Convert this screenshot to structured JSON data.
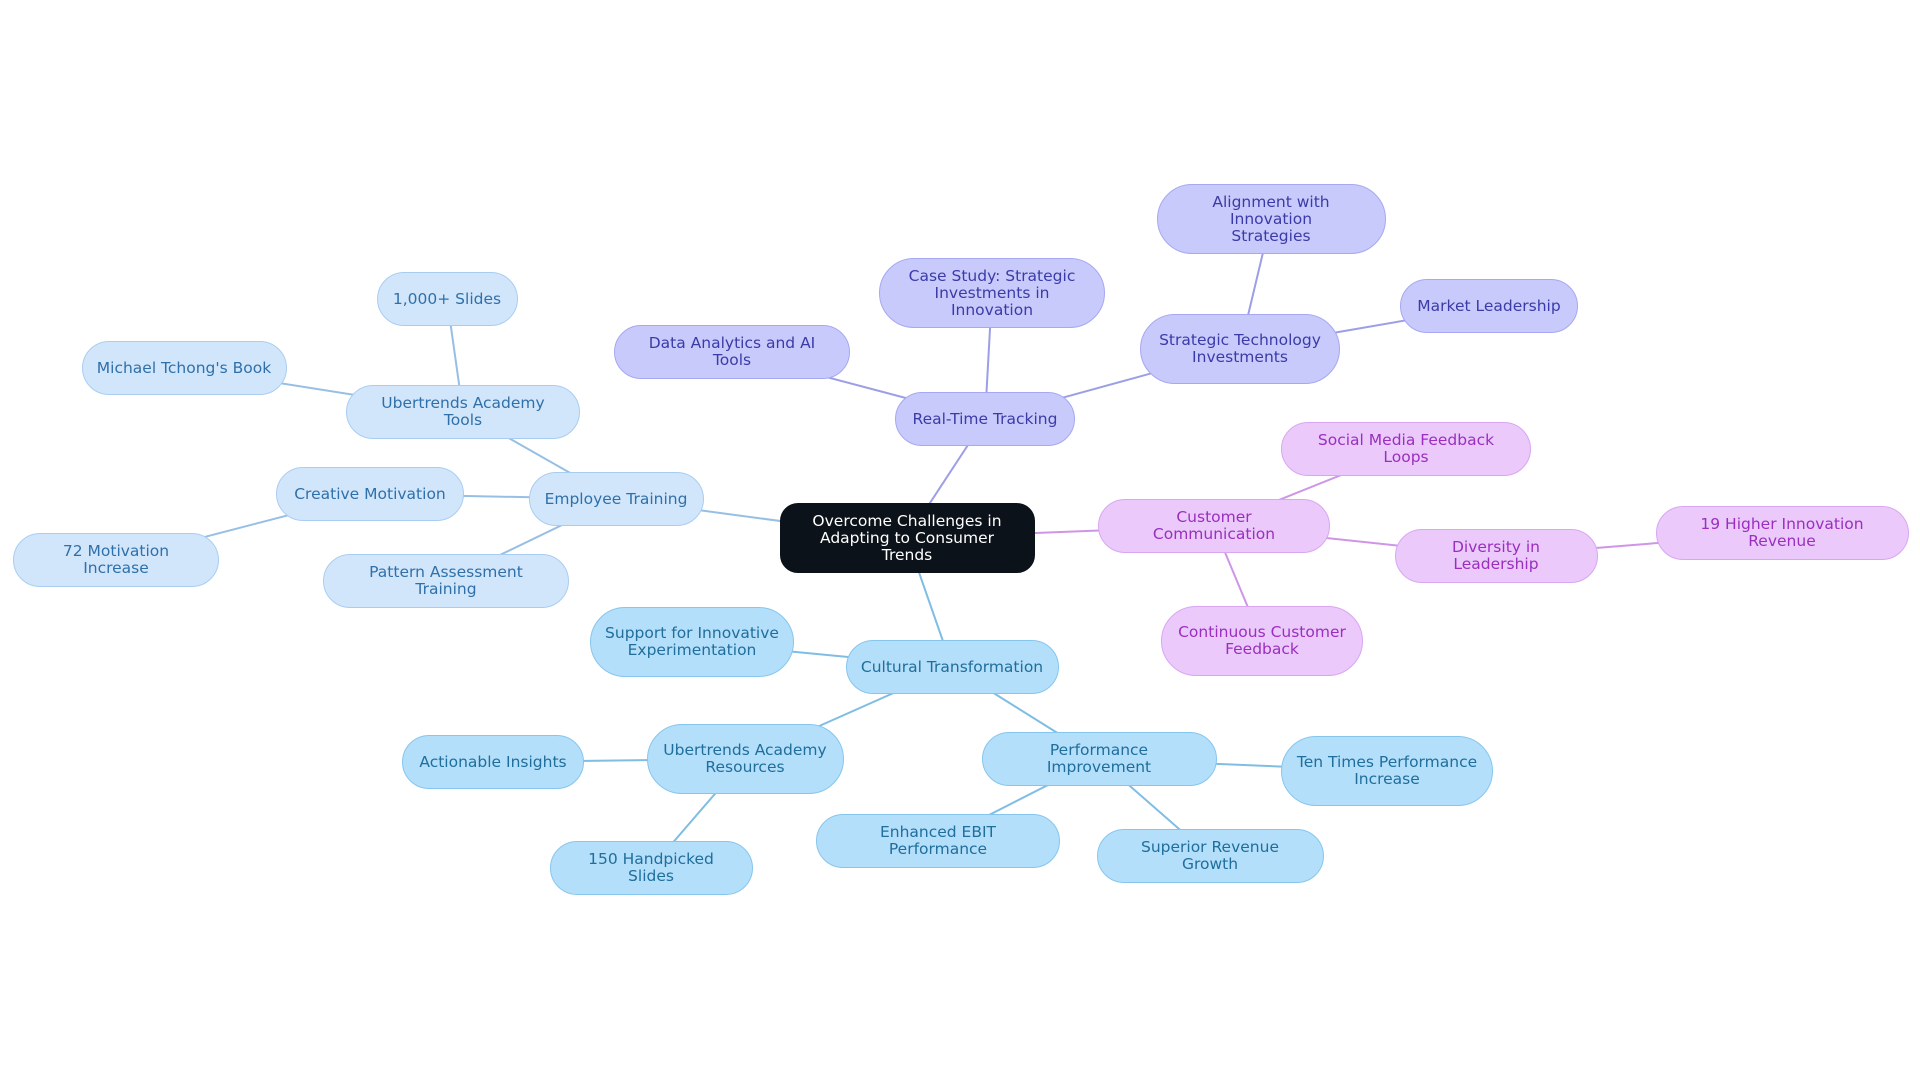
{
  "colors": {
    "root_fill": "#0b1219",
    "root_text": "#ffffff",
    "indigo_fill": "#c8cafb",
    "indigo_border": "#a6a8f2",
    "indigo_text": "#3b3ba8",
    "indigo_edge": "#9c9ee6",
    "purple_fill": "#ebc9fb",
    "purple_border": "#d9a6f1",
    "purple_text": "#9a2fbf",
    "purple_edge": "#cf95e6",
    "light_fill": "#d2e6fb",
    "light_border": "#a9cdf1",
    "light_text": "#2f70aa",
    "light_edge": "#97bfe4",
    "sky_fill": "#b4dffa",
    "sky_border": "#86c6ee",
    "sky_text": "#1f6e9c",
    "sky_edge": "#7fbde3"
  },
  "nodes": [
    {
      "id": "root",
      "label": "Overcome Challenges in\nAdapting to Consumer Trends",
      "theme": "root"
    },
    {
      "id": "real_time_tracking",
      "label": "Real-Time Tracking",
      "theme": "indigo"
    },
    {
      "id": "data_analytics",
      "label": "Data Analytics and AI Tools",
      "theme": "indigo"
    },
    {
      "id": "case_study",
      "label": "Case Study: Strategic\nInvestments in Innovation",
      "theme": "indigo"
    },
    {
      "id": "strategic_tech",
      "label": "Strategic Technology\nInvestments",
      "theme": "indigo"
    },
    {
      "id": "alignment",
      "label": "Alignment with Innovation\nStrategies",
      "theme": "indigo"
    },
    {
      "id": "market_leadership",
      "label": "Market Leadership",
      "theme": "indigo"
    },
    {
      "id": "customer_comm",
      "label": "Customer Communication",
      "theme": "purple"
    },
    {
      "id": "social_media",
      "label": "Social Media Feedback Loops",
      "theme": "purple"
    },
    {
      "id": "diversity",
      "label": "Diversity in Leadership",
      "theme": "purple"
    },
    {
      "id": "higher_revenue",
      "label": "19 Higher Innovation Revenue",
      "theme": "purple"
    },
    {
      "id": "continuous_feedback",
      "label": "Continuous Customer\nFeedback",
      "theme": "purple"
    },
    {
      "id": "employee_training",
      "label": "Employee Training",
      "theme": "light"
    },
    {
      "id": "ubertrends_tools",
      "label": "Ubertrends Academy Tools",
      "theme": "light"
    },
    {
      "id": "slides_1000",
      "label": "1,000+ Slides",
      "theme": "light"
    },
    {
      "id": "tchong_book",
      "label": "Michael Tchong's Book",
      "theme": "light"
    },
    {
      "id": "creative_motivation",
      "label": "Creative Motivation",
      "theme": "light"
    },
    {
      "id": "motivation_increase",
      "label": "72 Motivation Increase",
      "theme": "light"
    },
    {
      "id": "pattern_training",
      "label": "Pattern Assessment Training",
      "theme": "light"
    },
    {
      "id": "cultural_transformation",
      "label": "Cultural Transformation",
      "theme": "sky"
    },
    {
      "id": "support_experimentation",
      "label": "Support for Innovative\nExperimentation",
      "theme": "sky"
    },
    {
      "id": "ubertrends_resources",
      "label": "Ubertrends Academy\nResources",
      "theme": "sky"
    },
    {
      "id": "actionable_insights",
      "label": "Actionable Insights",
      "theme": "sky"
    },
    {
      "id": "handpicked_slides",
      "label": "150 Handpicked Slides",
      "theme": "sky"
    },
    {
      "id": "performance_improvement",
      "label": "Performance Improvement",
      "theme": "sky"
    },
    {
      "id": "ten_times",
      "label": "Ten Times Performance\nIncrease",
      "theme": "sky"
    },
    {
      "id": "enhanced_ebit",
      "label": "Enhanced EBIT Performance",
      "theme": "sky"
    },
    {
      "id": "revenue_growth",
      "label": "Superior Revenue Growth",
      "theme": "sky"
    }
  ],
  "edges": [
    {
      "from": "root",
      "to": "real_time_tracking"
    },
    {
      "from": "real_time_tracking",
      "to": "data_analytics"
    },
    {
      "from": "real_time_tracking",
      "to": "case_study"
    },
    {
      "from": "real_time_tracking",
      "to": "strategic_tech"
    },
    {
      "from": "strategic_tech",
      "to": "alignment"
    },
    {
      "from": "strategic_tech",
      "to": "market_leadership"
    },
    {
      "from": "root",
      "to": "customer_comm"
    },
    {
      "from": "customer_comm",
      "to": "social_media"
    },
    {
      "from": "customer_comm",
      "to": "diversity"
    },
    {
      "from": "diversity",
      "to": "higher_revenue"
    },
    {
      "from": "customer_comm",
      "to": "continuous_feedback"
    },
    {
      "from": "root",
      "to": "employee_training"
    },
    {
      "from": "employee_training",
      "to": "ubertrends_tools"
    },
    {
      "from": "ubertrends_tools",
      "to": "slides_1000"
    },
    {
      "from": "ubertrends_tools",
      "to": "tchong_book"
    },
    {
      "from": "employee_training",
      "to": "creative_motivation"
    },
    {
      "from": "creative_motivation",
      "to": "motivation_increase"
    },
    {
      "from": "employee_training",
      "to": "pattern_training"
    },
    {
      "from": "root",
      "to": "cultural_transformation"
    },
    {
      "from": "cultural_transformation",
      "to": "support_experimentation"
    },
    {
      "from": "cultural_transformation",
      "to": "ubertrends_resources"
    },
    {
      "from": "ubertrends_resources",
      "to": "actionable_insights"
    },
    {
      "from": "ubertrends_resources",
      "to": "handpicked_slides"
    },
    {
      "from": "cultural_transformation",
      "to": "performance_improvement"
    },
    {
      "from": "performance_improvement",
      "to": "ten_times"
    },
    {
      "from": "performance_improvement",
      "to": "enhanced_ebit"
    },
    {
      "from": "performance_improvement",
      "to": "revenue_growth"
    }
  ]
}
